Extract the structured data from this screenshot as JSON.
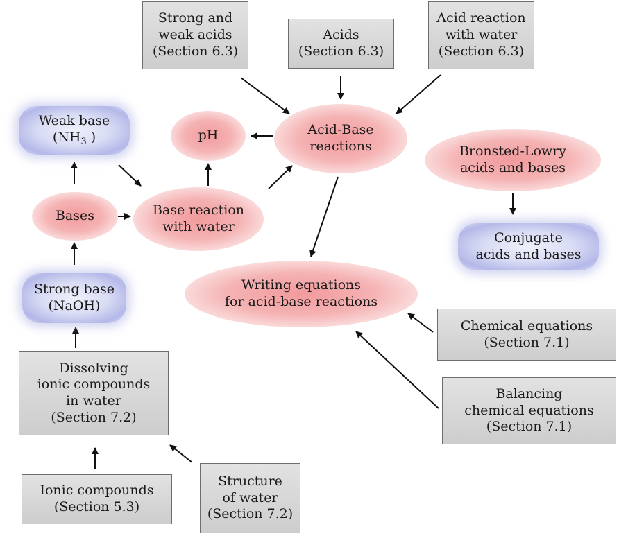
{
  "nodes": {
    "strong_weak_acids": "Strong and\nweak acids\n(Section 6.3)",
    "acids": "Acids\n(Section 6.3)",
    "acid_reaction_water": "Acid reaction\nwith water\n(Section 6.3)",
    "weak_base_line1": "Weak base",
    "weak_base_nh": "(NH",
    "weak_base_sub": "3",
    "weak_base_close": " )",
    "ph": "pH",
    "acid_base_reactions": "Acid-Base\nreactions",
    "bronsted_lowry": "Bronsted-Lowry\nacids and bases",
    "bases": "Bases",
    "base_reaction_water": "Base reaction\nwith water",
    "conjugate": "Conjugate\nacids and bases",
    "strong_base": "Strong base\n(NaOH)",
    "writing_equations": "Writing equations\nfor acid-base reactions",
    "chemical_equations": "Chemical equations\n(Section 7.1)",
    "dissolving_ionic": "Dissolving\nionic compounds\nin water\n(Section 7.2)",
    "balancing_equations": "Balancing\nchemical equations\n(Section 7.1)",
    "ionic_compounds": "Ionic compounds\n(Section 5.3)",
    "structure_water": "Structure\nof water\n(Section 7.2)"
  },
  "colors": {
    "section_box": "#d6d6d6",
    "base_concept": "#f29a9c",
    "example_concept": "#b8bce9",
    "arrow": "#111111"
  }
}
